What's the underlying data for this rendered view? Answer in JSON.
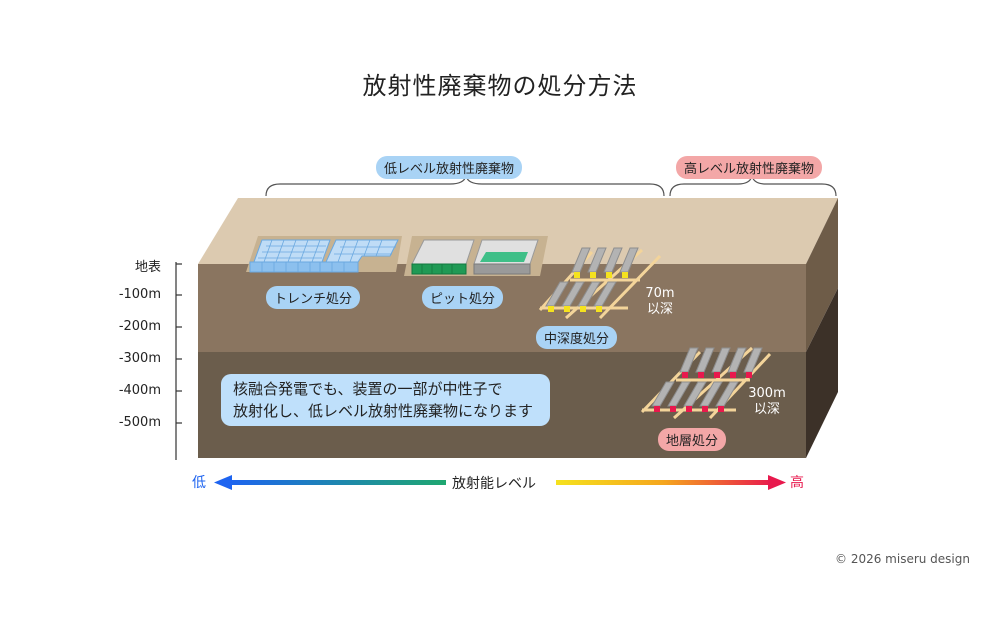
{
  "title": "放射性廃棄物の処分方法",
  "depth_labels": [
    "地表",
    "-100m",
    "-200m",
    "-300m",
    "-400m",
    "-500m"
  ],
  "brackets": {
    "low": "低レベル放射性廃棄物",
    "high": "高レベル放射性廃棄物"
  },
  "methods": {
    "trench": "トレンチ処分",
    "pit": "ピット処分",
    "intermediate": "中深度処分",
    "geological": "地層処分"
  },
  "depth_notes": {
    "intermediate_line1": "70m",
    "intermediate_line2": "以深",
    "geological_line1": "300m",
    "geological_line2": "以深"
  },
  "note": {
    "line1": "核融合発電でも、装置の一部が中性子で",
    "line2": "放射化し、低レベル放射性廃棄物になります"
  },
  "axis": {
    "low": "低",
    "label": "放射能レベル",
    "high": "高",
    "low_color": "#1e64f0",
    "high_color": "#e8194d"
  },
  "colors": {
    "ground_top": "#dccab0",
    "upper_layer": "#8a7560",
    "lower_layer": "#6b5d4c",
    "side_dark": "#3c3128",
    "pill_blue": "#a9d3f5",
    "pill_red": "#f3a7a7"
  },
  "copyright": "© 2026 miseru design"
}
